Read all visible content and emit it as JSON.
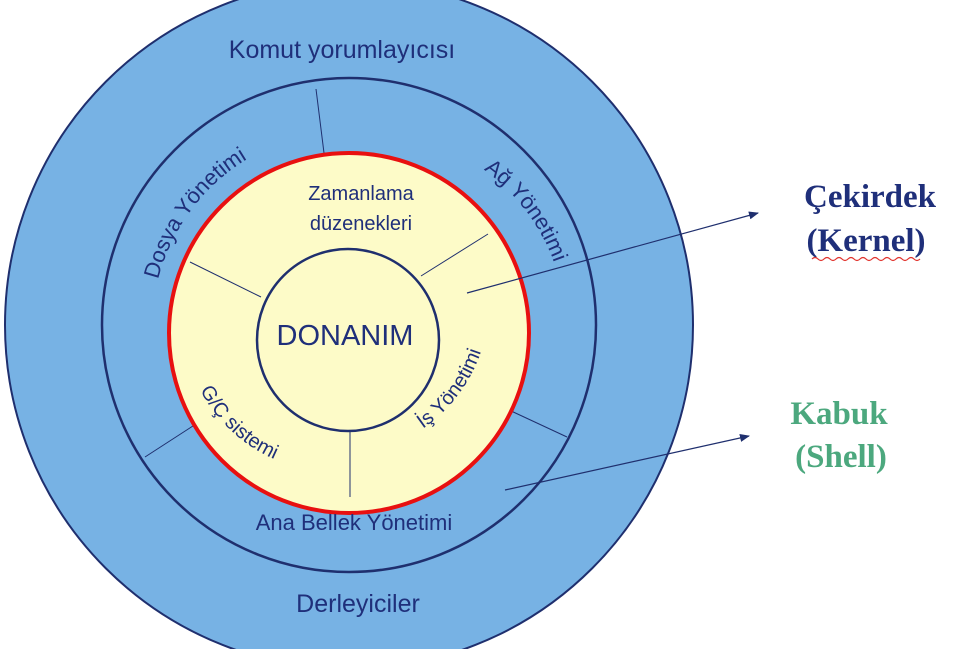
{
  "colors": {
    "outer_ring": "#77B2E4",
    "ring_stroke": "#1F2F6E",
    "kernel_fill": "#FDFBC8",
    "kernel_stroke": "#E81010",
    "text": "#1F2F7A",
    "kernel_legend": "#1F2F7A",
    "shell_legend": "#4CA87E",
    "spellcheck_underline": "#E0302A"
  },
  "outer_ring": {
    "top_label": "Komut yorumlayıcısı",
    "bottom_label": "Derleyiciler"
  },
  "middle_ring": {
    "left_label": "Dosya Yönetimi",
    "right_label": "Ağ Yönetimi",
    "bottom_label": "Ana Bellek Yönetimi"
  },
  "kernel_ring": {
    "top_label_line1": "Zamanlama",
    "top_label_line2": "düzenekleri",
    "left_label": "G/Ç sistemi",
    "right_label": "İş Yönetimi"
  },
  "core": {
    "label": "DONANIM"
  },
  "legend": {
    "kernel_line1": "Çekirdek",
    "kernel_line2": "(Kernel)",
    "shell_line1": "Kabuk",
    "shell_line2": "(Shell)"
  }
}
